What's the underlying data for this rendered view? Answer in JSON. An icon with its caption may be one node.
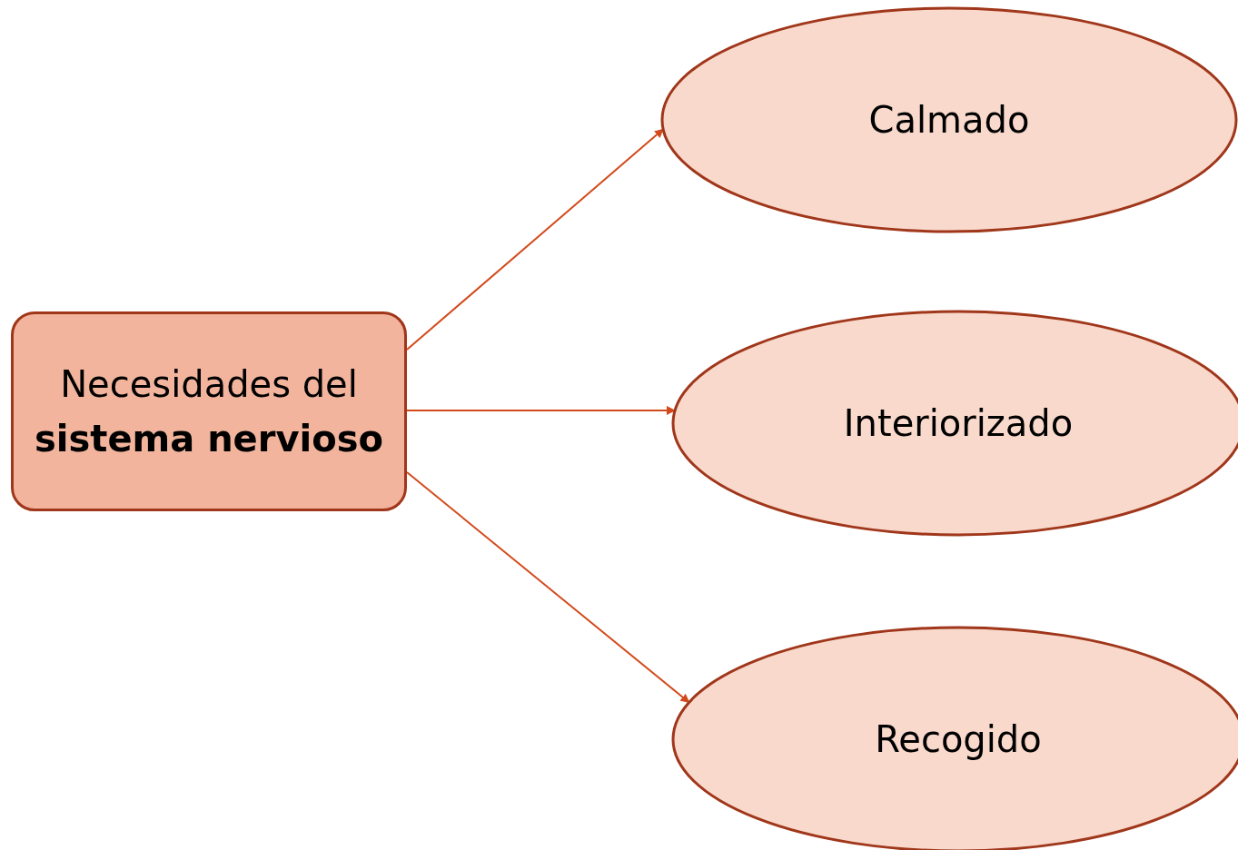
{
  "diagram": {
    "nodes": [
      {
        "text": [
          "Necesidades del **sistema nervioso**"
        ]
      },
      {
        "text": [
          "Calmado"
        ]
      },
      {
        "text": [
          "Interiorizado"
        ]
      },
      {
        "text": [
          "Recogido"
        ]
      }
    ],
    "edges": [
      {
        "from": 0,
        "to": 1,
        "arrow": "to"
      },
      {
        "from": 0,
        "to": 2,
        "arrow": "to"
      },
      {
        "from": 0,
        "to": 3,
        "arrow": "to"
      }
    ]
  }
}
